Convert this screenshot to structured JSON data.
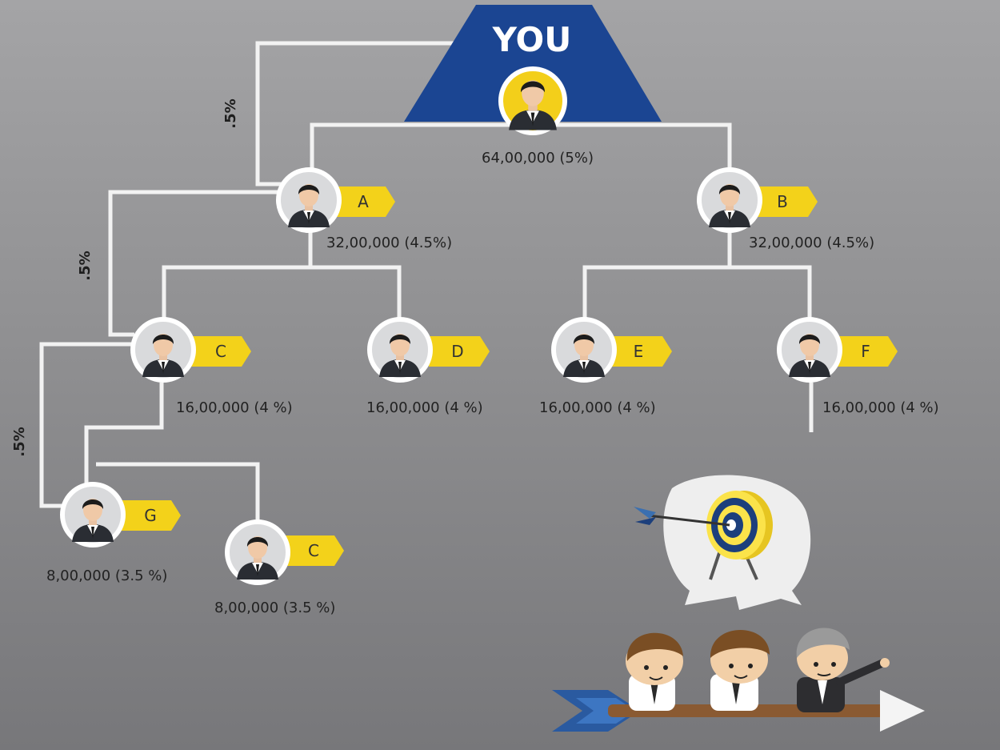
{
  "top": {
    "label": "YOU",
    "value": "64,00,000 (5%)"
  },
  "colors": {
    "line": "#f2f2f2",
    "tag": "#f3d21a",
    "trapezoid": "#1b4592",
    "avatar_bg": "#d9dadc",
    "top_avatar_bg": "#f3cf1a"
  },
  "nodes": [
    {
      "id": "A",
      "tag": "A",
      "value": "32,00,000 (4.5%)"
    },
    {
      "id": "B",
      "tag": "B",
      "value": "32,00,000 (4.5%)"
    },
    {
      "id": "C",
      "tag": "C",
      "value": "16,00,000 (4 %)"
    },
    {
      "id": "D",
      "tag": "D",
      "value": "16,00,000 (4 %)"
    },
    {
      "id": "E",
      "tag": "E",
      "value": "16,00,000 (4 %)"
    },
    {
      "id": "F",
      "tag": "F",
      "value": "16,00,000 (4 %)"
    },
    {
      "id": "G",
      "tag": "G",
      "value": "8,00,000 (3.5 %)"
    },
    {
      "id": "C2",
      "tag": "C",
      "value": "8,00,000 (3.5 %)"
    }
  ],
  "overrides": [
    ".5%",
    ".5%",
    ".5%"
  ],
  "illustration": {
    "icons": [
      "target-icon",
      "arrow-icon",
      "speech-bubble-icon",
      "businessmen-riding-arrow-icon"
    ]
  }
}
